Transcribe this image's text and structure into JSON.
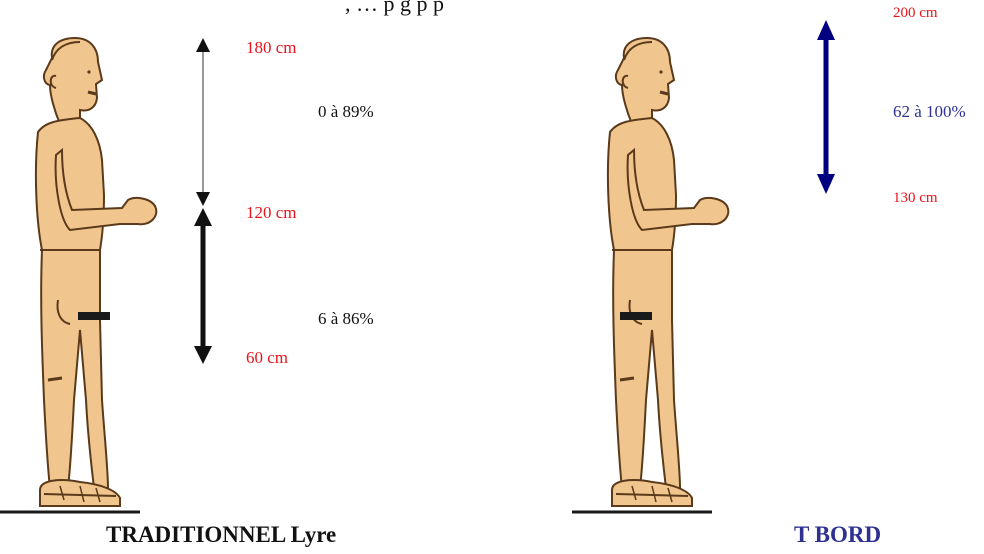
{
  "top_text": ", … p g p p",
  "left_panel": {
    "caption": "TRADITIONNEL Lyre",
    "label_180": "180  cm",
    "label_120": "120 cm",
    "label_60": "60 cm",
    "range_upper": "0 à 89%",
    "range_lower": "6 à 86%"
  },
  "right_panel": {
    "caption": "T BORD",
    "label_200": "200 cm",
    "label_130": "130 cm",
    "range": "62 à 100%"
  },
  "colors": {
    "height_label": "#e8141c",
    "right_accent": "#000080",
    "skin": "#f0c58e"
  }
}
